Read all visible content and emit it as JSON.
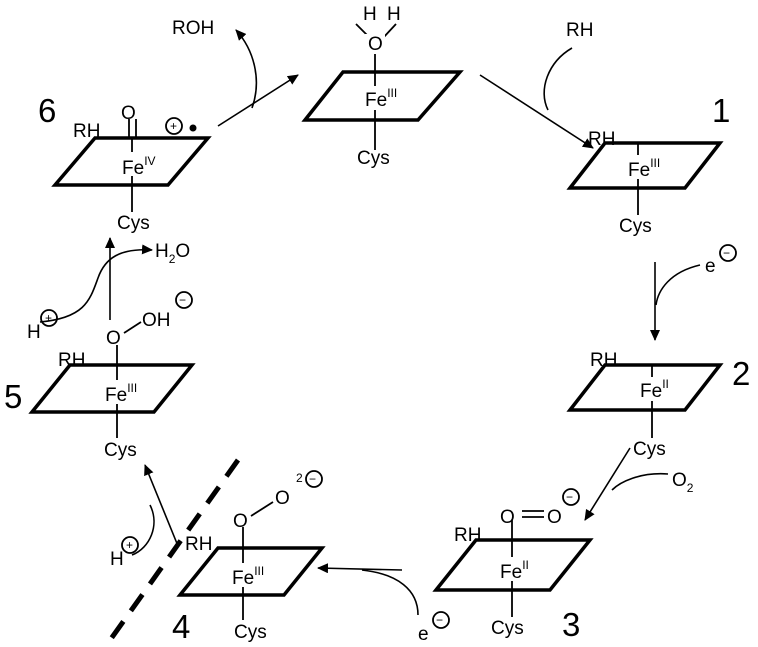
{
  "figure": {
    "species": [
      {
        "step": "1",
        "substrate": "RH",
        "iron": {
          "element": "Fe",
          "oxidation": "III"
        },
        "ligand": "Cys"
      },
      {
        "step": "2",
        "substrate": "RH",
        "iron": {
          "element": "Fe",
          "oxidation": "II"
        },
        "ligand": "Cys"
      },
      {
        "step": "3",
        "substrate": "RH",
        "iron": {
          "element": "Fe",
          "oxidation": "II"
        },
        "ligand": "Cys",
        "axial_atoms": [
          "O",
          "O"
        ]
      },
      {
        "step": "4",
        "substrate": "RH",
        "iron": {
          "element": "Fe",
          "oxidation": "III"
        },
        "ligand": "Cys",
        "axial_atoms": [
          "O",
          "O"
        ],
        "charge": "2"
      },
      {
        "step": "5",
        "substrate": "RH",
        "iron": {
          "element": "Fe",
          "oxidation": "III"
        },
        "ligand": "Cys",
        "axial_atoms": [
          "O",
          "OH"
        ]
      },
      {
        "step": "6",
        "substrate": "RH",
        "iron": {
          "element": "Fe",
          "oxidation": "IV"
        },
        "ligand": "Cys",
        "axial_atoms": [
          "O"
        ]
      },
      {
        "step": "",
        "iron": {
          "element": "Fe",
          "oxidation": "III"
        },
        "ligand": "Cys",
        "water": {
          "h1": "H",
          "o": "O",
          "h2": "H"
        }
      }
    ],
    "reagents": {
      "rh_in": "RH",
      "electron_1": "e",
      "o2": {
        "symbol": "O",
        "sub": "2"
      },
      "electron_2": "e",
      "proton_1": "H",
      "proton_2": "H",
      "water_out": {
        "h": "H",
        "sub": "2",
        "o": "O"
      },
      "roh_out": "ROH"
    },
    "glyphs": {
      "minus": "−",
      "plus": "+"
    }
  }
}
